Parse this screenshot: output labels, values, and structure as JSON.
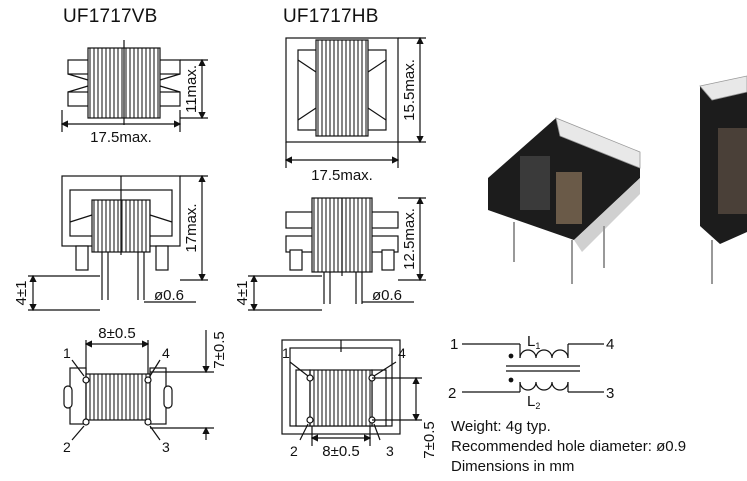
{
  "models": {
    "vb": "UF1717VB",
    "hb": "UF1717HB"
  },
  "dimensions": {
    "vb_height": "11max.",
    "vb_width": "17.5max.",
    "vb_side_height": "17max.",
    "vb_lead_len": "4±1",
    "vb_lead_dia": "ø0.6",
    "vb_pitch_x": "8±0.5",
    "vb_pitch_y": "7±0.5",
    "hb_height": "15.5max.",
    "hb_width": "17.5max.",
    "hb_side_height": "12.5max.",
    "hb_lead_len": "4±1",
    "hb_lead_dia": "ø0.6",
    "hb_pitch_x": "8±0.5",
    "hb_pitch_y": "7±0.5"
  },
  "pins": [
    "1",
    "2",
    "3",
    "4"
  ],
  "schematic": {
    "pin1": "1",
    "pin2": "2",
    "pin3": "3",
    "pin4": "4",
    "l1": "L",
    "l1_sub": "1",
    "l2": "L",
    "l2_sub": "2"
  },
  "notes": {
    "weight": "Weight: 4g typ.",
    "hole": "Recommended hole diameter: ø0.9",
    "units": "Dimensions in mm"
  },
  "colors": {
    "ink": "#111111",
    "winding": "#555555",
    "photo_dark": "#1c1c1c",
    "photo_light": "#e8e8e8"
  }
}
